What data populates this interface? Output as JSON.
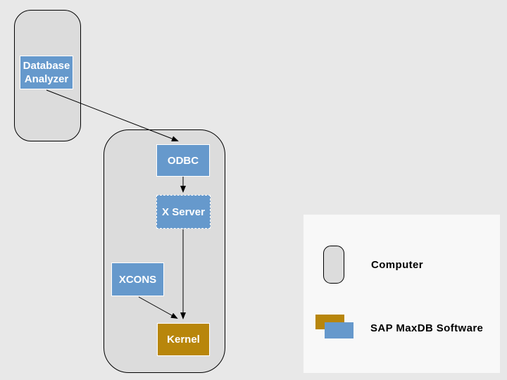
{
  "colors": {
    "page_background": "#e8e8e8",
    "computer_fill": "#dcdcdc",
    "computer_border": "#000000",
    "legend_panel_background": "#f8f8f8",
    "software_blue": "#6699cc",
    "kernel_orange": "#b8860b",
    "node_label_text": "#ffffff",
    "legend_label_text": "#000000",
    "arrow": "#000000"
  },
  "nodes": {
    "database_analyzer": {
      "label": "Database Analyzer"
    },
    "odbc": {
      "label": "ODBC"
    },
    "x_server": {
      "label": "X Server"
    },
    "xcons": {
      "label": "XCONS"
    },
    "kernel": {
      "label": "Kernel"
    }
  },
  "legend": {
    "computer": {
      "label": "Computer",
      "icon": "computer-rounded-rect-icon"
    },
    "software": {
      "label": "SAP MaxDB Software",
      "icon": "overlapping-rects-icon"
    }
  }
}
